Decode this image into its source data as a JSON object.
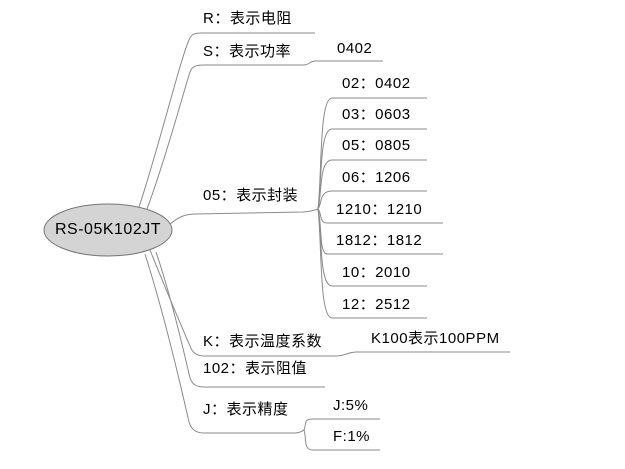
{
  "colors": {
    "background": "#ffffff",
    "line": "#8a8a8a",
    "text": "#000000",
    "root_fill": "#d4d4d4",
    "root_border": "#757575"
  },
  "tree": {
    "root": {
      "label": "RS-05K102JT"
    },
    "branches": [
      {
        "label": "R：表示电阻",
        "children": []
      },
      {
        "label": "S：表示功率",
        "children": [
          {
            "label": "0402"
          }
        ]
      },
      {
        "label": "05：表示封装",
        "children": [
          {
            "label": "02：0402"
          },
          {
            "label": "03：0603"
          },
          {
            "label": "05：0805"
          },
          {
            "label": "06：1206"
          },
          {
            "label": "1210：1210"
          },
          {
            "label": "1812：1812"
          },
          {
            "label": "10：2010"
          },
          {
            "label": "12：2512"
          }
        ]
      },
      {
        "label": "K：表示温度系数",
        "children": [
          {
            "label": "K100表示100PPM"
          }
        ]
      },
      {
        "label": "102：表示阻值",
        "children": []
      },
      {
        "label": "J：表示精度",
        "children": [
          {
            "label": "J:5%"
          },
          {
            "label": "F:1%"
          }
        ]
      }
    ]
  }
}
